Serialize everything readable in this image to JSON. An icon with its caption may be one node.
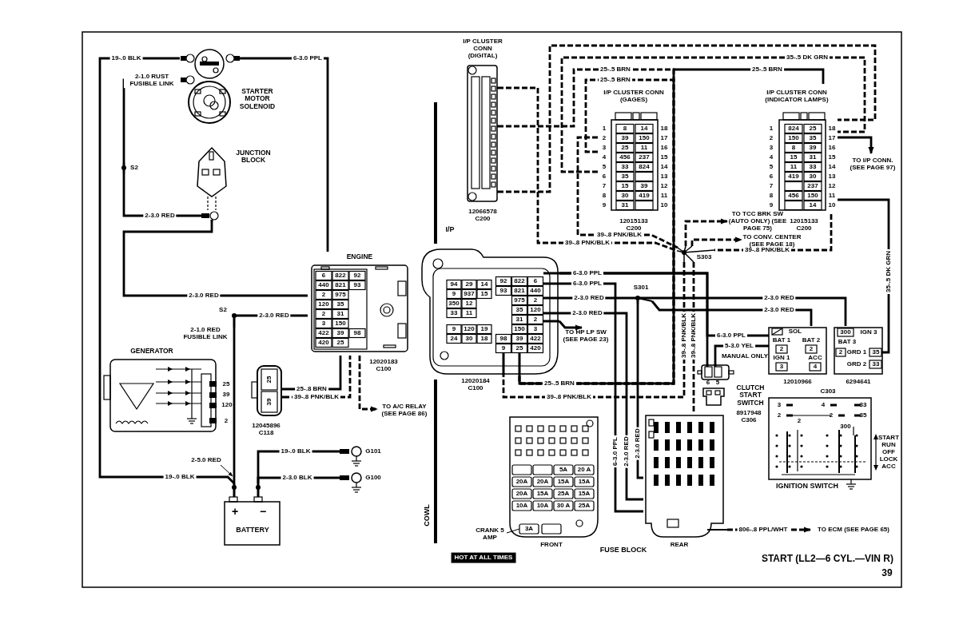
{
  "diagram": {
    "title": "START (LL2—6 CYL.—VIN R)",
    "nodes": [
      {
        "text": [
          "STARTER MOTOR SOLENOID"
        ]
      },
      {
        "text": [
          "JUNCTION BLOCK"
        ]
      },
      {
        "text": [
          "ENGINE",
          "6",
          "822",
          "92",
          "440",
          "821",
          "93",
          "2",
          "975",
          "120",
          "35",
          "2",
          "31",
          "3",
          "150",
          "422",
          "39",
          "98",
          "420",
          "25"
        ],
        "beside": [
          "12020183 C100"
        ]
      },
      {
        "text": [
          "GENERATOR",
          "25",
          "39",
          "120",
          "2"
        ]
      },
      {
        "text": [
          "25",
          "39"
        ],
        "beside": [
          "12045896 C118"
        ]
      },
      {
        "text": [
          "+",
          "−",
          "BATTERY"
        ]
      },
      {
        "text": [
          "G101"
        ]
      },
      {
        "text": [
          "G100"
        ]
      },
      {
        "text": [
          "S2"
        ]
      },
      {
        "text": [
          "S2"
        ]
      },
      {
        "text": [
          "I/P CLUSTER CONN (DIGITAL)"
        ],
        "beside": [
          "12066578 C200"
        ]
      },
      {
        "text": [
          "I/P CLUSTER CONN (GAGES)",
          "8",
          "14",
          "39",
          "150",
          "25",
          "11",
          "456",
          "237",
          "33",
          "824",
          "35",
          "15",
          "39",
          "30",
          "419",
          "31",
          "1",
          "18",
          "2",
          "17",
          "3",
          "16",
          "4",
          "15",
          "5",
          "14",
          "6",
          "13",
          "7",
          "12",
          "8",
          "11",
          "9",
          "10"
        ],
        "beside": [
          "12015133 C200"
        ]
      },
      {
        "text": [
          "I/P CLUSTER CONN (INDICATOR LAMPS)",
          "824",
          "25",
          "150",
          "35",
          "8",
          "39",
          "15",
          "31",
          "11",
          "33",
          "419",
          "30",
          "237",
          "456",
          "150",
          "14",
          "1",
          "18",
          "2",
          "17",
          "3",
          "16",
          "4",
          "15",
          "5",
          "14",
          "6",
          "13",
          "7",
          "12",
          "8",
          "11",
          "9",
          "10"
        ],
        "beside": [
          "12015133 C200"
        ]
      },
      {
        "text": [
          "94",
          "29",
          "14",
          "9",
          "937",
          "15",
          "350",
          "12",
          "33",
          "11",
          "9",
          "120",
          "19",
          "24",
          "30",
          "18",
          "92",
          "822",
          "6",
          "93",
          "821",
          "440",
          "975",
          "2",
          "35",
          "120",
          "31",
          "2",
          "150",
          "3",
          "98",
          "39",
          "422",
          "9",
          "25",
          "420"
        ],
        "beside": [
          "12020184 C100"
        ]
      },
      {
        "text": [
          "S303"
        ]
      },
      {
        "text": [
          "S301"
        ]
      },
      {
        "text": [
          "SOL",
          "BAT 1",
          "BAT 2",
          "2",
          "2",
          "IGN 1",
          "ACC",
          "3",
          "4"
        ],
        "beside": [
          "12010966"
        ]
      },
      {
        "text": [
          "300",
          "IGN 3",
          "BAT 3",
          "2",
          "GRD 1",
          "35",
          "GRD 2",
          "33"
        ],
        "beside": [
          "6294641"
        ]
      },
      {
        "text": [
          "6",
          "5",
          "CLUTCH START SWITCH"
        ],
        "beside": [
          "8917948 C306"
        ]
      },
      {
        "text": [
          "3",
          "4",
          "33",
          "2",
          "2",
          "2",
          "35",
          "300",
          "START",
          "RUN",
          "OFF",
          "LOCK",
          "ACC",
          "IGNITION SWITCH"
        ]
      },
      {
        "text": [
          "5A",
          "20 A",
          "20A",
          "20A",
          "15A",
          "15A",
          "20A",
          "15A",
          "25A",
          "15A",
          "10A",
          "10A",
          "30 A",
          "25A",
          "FRONT"
        ]
      },
      {
        "text": [
          "REAR"
        ]
      },
      {
        "text": [
          "3A"
        ],
        "in": 20
      },
      {
        "text": [
          "CRANK 5 AMP"
        ]
      },
      {
        "text": [
          "2-5.0 RED"
        ]
      },
      {
        "text": [
          "TO ECM (SEE PAGE 65)"
        ]
      }
    ],
    "edges": [
      {
        "from": 0,
        "to": 5,
        "arrow": "none",
        "label": "19-.0 BLK"
      },
      {
        "from": 0,
        "to": 8,
        "arrow": "none",
        "label": "2-1.0 RUST FUSIBLE LINK"
      },
      {
        "from": 8,
        "to": 1,
        "arrow": "none",
        "label": "2-3.0 RED"
      },
      {
        "from": 0,
        "to": 2,
        "arrow": "none",
        "label": "6-3.0 PPL"
      },
      {
        "from": 1,
        "to": 2,
        "arrow": "none",
        "label": "2-3.0 RED"
      },
      {
        "from": 2,
        "to": 9,
        "arrow": "none",
        "label": "2-3.0 RED"
      },
      {
        "from": 9,
        "to": 5,
        "arrow": "none",
        "label": "2-1.0 RED FUSIBLE LINK"
      },
      {
        "from": 4,
        "to": 2,
        "arrow": "none",
        "label": "25-.8 BRN"
      },
      {
        "from": 4,
        "to": 2,
        "arrow": "none",
        "label": "39-.8 PNK/BLK",
        "style": "dashed"
      },
      {
        "from": 2,
        "to": null,
        "arrow": "to",
        "label": "TO A/C RELAY (SEE PAGE 86)",
        "style": "dashed"
      },
      {
        "from": 5,
        "to": 6,
        "arrow": "none",
        "label": "19-.0 BLK"
      },
      {
        "from": 5,
        "to": 7,
        "arrow": "none",
        "label": "2-3.0 BLK"
      },
      {
        "from": 10,
        "to": 12,
        "arrow": "none",
        "style": "dashed"
      },
      {
        "from": 11,
        "to": 12,
        "arrow": "none",
        "label": "35-.5 DK GRN",
        "style": "dashed"
      },
      {
        "from": 10,
        "to": 13,
        "arrow": "none",
        "label": "25-.5 BRN",
        "style": "dashed"
      },
      {
        "from": 11,
        "to": 13,
        "arrow": "none",
        "label": "25-.5 BRN",
        "style": "dashed"
      },
      {
        "from": 12,
        "to": 13,
        "arrow": "none",
        "label": "25-.5 BRN"
      },
      {
        "from": 14,
        "to": 13,
        "arrow": "none",
        "label": "39-.8 PNK/BLK",
        "style": "dashed"
      },
      {
        "from": 14,
        "to": 21,
        "arrow": "none",
        "label": "39-.8 PNK/BLK",
        "style": "dashed"
      },
      {
        "from": 10,
        "to": 14,
        "arrow": "none",
        "label": "39-.8 PNK/BLK",
        "style": "dashed"
      },
      {
        "from": 11,
        "to": 14,
        "arrow": "none",
        "label": "39-.8 PNK/BLK",
        "style": "dashed"
      },
      {
        "from": 12,
        "to": 14,
        "arrow": "none",
        "label": "39-.8 PNK/BLK",
        "style": "dashed"
      },
      {
        "from": 17,
        "to": 12,
        "arrow": "none",
        "label": "35-.5 DK GRN"
      },
      {
        "from": 12,
        "to": null,
        "arrow": "to",
        "label": "TO I/P CONN. (SEE PAGE 97)"
      },
      {
        "from": 14,
        "to": null,
        "arrow": "to",
        "label": "TO TCC BRK SW (AUTO ONLY) (SEE PAGE 75)",
        "style": "dashed"
      },
      {
        "from": 14,
        "to": null,
        "arrow": "to",
        "label": "TO CONV. CENTER (SEE PAGE 18)",
        "style": "dashed"
      },
      {
        "from": 13,
        "to": 16,
        "arrow": "none",
        "label": "6-3.0 PPL"
      },
      {
        "from": 18,
        "to": 16,
        "arrow": "none",
        "label": "5-3.0 YEL"
      },
      {
        "from": 13,
        "to": 18,
        "arrow": "none"
      },
      {
        "from": 13,
        "to": 15,
        "arrow": "none",
        "label": "2-3.0 RED"
      },
      {
        "from": 15,
        "to": 17,
        "arrow": "none",
        "label": "2-3.0 RED"
      },
      {
        "from": 15,
        "to": 16,
        "arrow": "none",
        "label": "2-3.0 RED"
      },
      {
        "from": 15,
        "to": 21,
        "arrow": "none",
        "label": "2-3.0 RED"
      },
      {
        "from": 13,
        "to": 21,
        "arrow": "none",
        "label": "2-3.0 RED"
      },
      {
        "from": 13,
        "to": 21,
        "arrow": "none",
        "label": "6-3.0 PPL"
      },
      {
        "from": 13,
        "to": null,
        "arrow": "to",
        "label": "TO HP LP SW (SEE PAGE 23)"
      },
      {
        "from": 21,
        "to": 25,
        "arrow": "to",
        "label": "806-.8 PPL/WHT",
        "style": "dashed"
      },
      {
        "from": 23,
        "to": 22,
        "arrow": "none"
      },
      {
        "from": 24,
        "to": null,
        "arrow": "to"
      }
    ],
    "labels": [
      "I/P",
      "6-3.0 PPL",
      "MANUAL ONLY",
      "C303",
      "25-.5 BRN",
      "39-.8 PNK/BLK",
      "6-3.0 PPL",
      "2-3.0 RED",
      "19-.0 BLK",
      "COWL",
      "HOT AT ALL TIMES",
      "FUSE BLOCK",
      "39"
    ]
  }
}
